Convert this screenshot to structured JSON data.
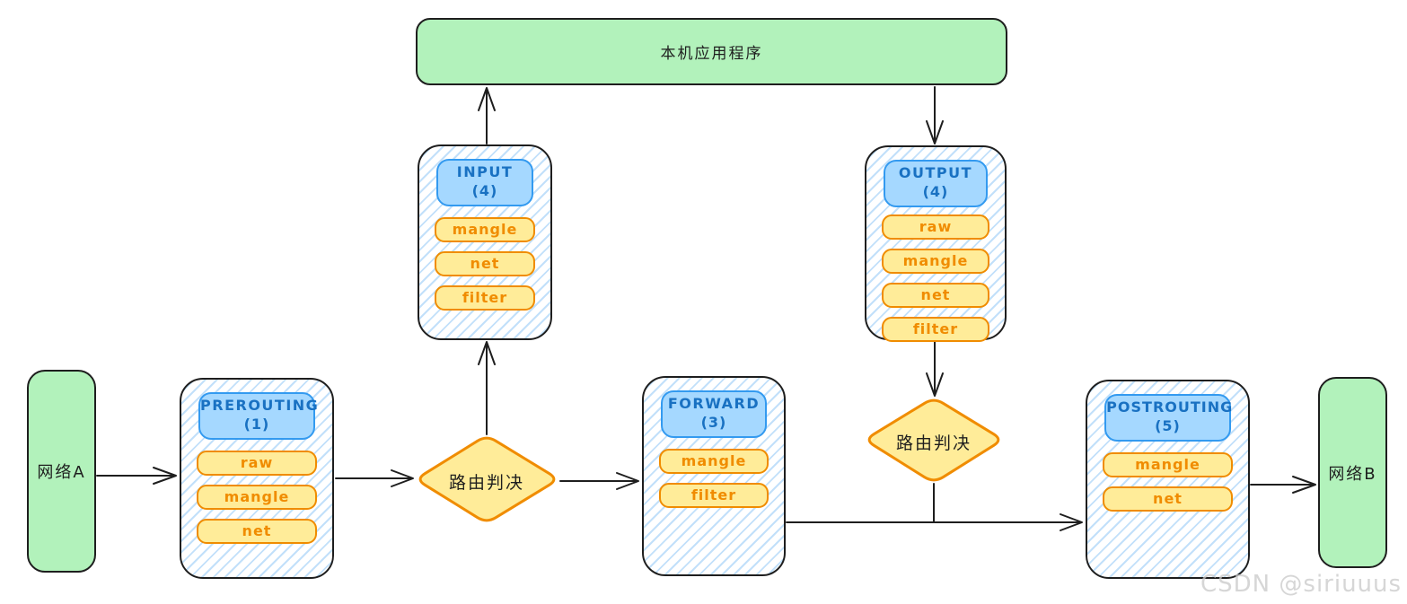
{
  "colors": {
    "ink": "#1e1e1e",
    "green-fill": "#b2f2bb",
    "blue-fill": "#a5d8ff",
    "blue-border": "#339af0",
    "blue-text": "#1971c2",
    "yellow-fill": "#ffec99",
    "orange-border": "#f08c00",
    "orange-text": "#f08c00",
    "watermark": "#c9c9c9"
  },
  "app_box": {
    "label": "本机应用程序"
  },
  "networks": {
    "a": {
      "label": "网络A"
    },
    "b": {
      "label": "网络B"
    }
  },
  "chains": [
    {
      "title": "INPUT",
      "num": "(4)",
      "tables": [
        "mangle",
        "net",
        "filter"
      ]
    },
    {
      "title": "OUTPUT",
      "num": "(4)",
      "tables": [
        "raw",
        "mangle",
        "net",
        "filter"
      ]
    },
    {
      "title": "PREROUTING",
      "num": "(1)",
      "tables": [
        "raw",
        "mangle",
        "net"
      ]
    },
    {
      "title": "FORWARD",
      "num": "(3)",
      "tables": [
        "mangle",
        "filter"
      ]
    },
    {
      "title": "POSTROUTING",
      "num": "(5)",
      "tables": [
        "mangle",
        "net"
      ]
    }
  ],
  "decisions": {
    "left": {
      "label": "路由判决"
    },
    "right": {
      "label": "路由判决"
    }
  },
  "watermark": {
    "text": "CSDN @siriuuus"
  }
}
